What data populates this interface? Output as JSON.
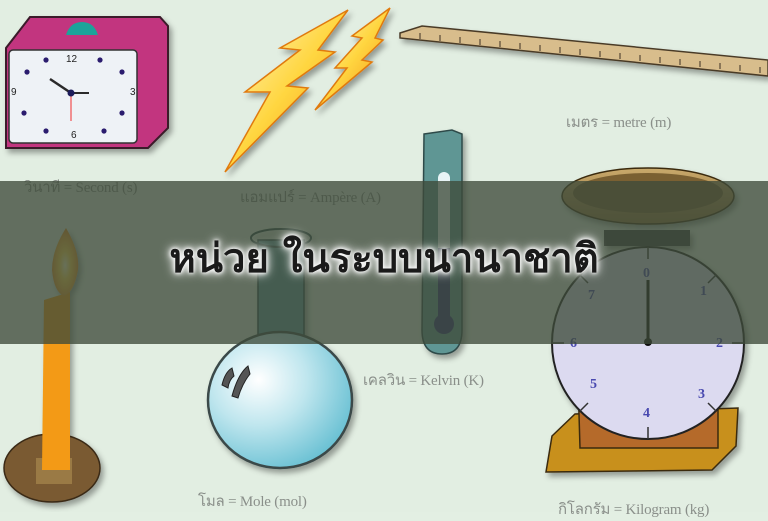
{
  "title": "หน่วย ในระบบนานาชาติ",
  "colors": {
    "background": "#e2eee2",
    "band": "#3e4a3a",
    "clock_case": "#c2347f",
    "lightning": "#f7b21c",
    "ruler": "#d8bd8c",
    "thermometer": "#5e9694",
    "candle": "#f39a12",
    "flask": "#7cc9d8",
    "scale_base": "#c8901e"
  },
  "units": [
    {
      "icon": "clock-icon",
      "thai": "วินาที",
      "english": "Second",
      "symbol": "s",
      "label": "วินาที = Second (s)"
    },
    {
      "icon": "lightning-icon",
      "thai": "แอมแปร์",
      "english": "Ampère",
      "symbol": "A",
      "label": "แอมแปร์ = Ampère (A)"
    },
    {
      "icon": "ruler-icon",
      "thai": "เมตร",
      "english": "metre",
      "symbol": "m",
      "label": "เมตร = metre (m)"
    },
    {
      "icon": "thermometer-icon",
      "thai": "เคลวิน",
      "english": "Kelvin",
      "symbol": "K",
      "label": "เคลวิน = Kelvin (K)"
    },
    {
      "icon": "flask-icon",
      "thai": "โมล",
      "english": "Mole",
      "symbol": "mol",
      "label": "โมล = Mole (mol)"
    },
    {
      "icon": "scale-icon",
      "thai": "กิโลกรัม",
      "english": "Kilogram",
      "symbol": "kg",
      "label": "กิโลกรัม = Kilogram (kg)"
    },
    {
      "icon": "candle-icon",
      "thai": "",
      "english": "",
      "symbol": "",
      "label": ""
    }
  ],
  "clock_face": {
    "numbers": [
      "12",
      "3",
      "6",
      "9"
    ]
  },
  "scale_dial": {
    "numbers": [
      "0",
      "1",
      "2",
      "3",
      "4",
      "5",
      "6",
      "7"
    ]
  }
}
